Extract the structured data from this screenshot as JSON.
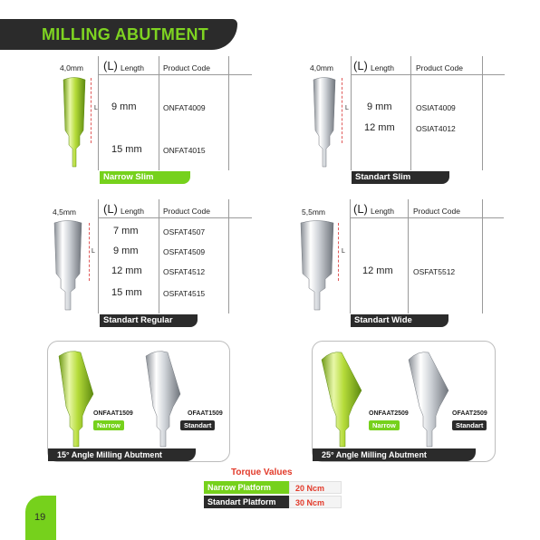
{
  "header": {
    "title": "MILLING ABUTMENT"
  },
  "products": [
    {
      "diameter": "4,0mm",
      "col_l": "(L)",
      "col_length": "Length",
      "col_code": "Product Code",
      "rows": [
        {
          "length": "9 mm",
          "code": "ONFAT4009"
        },
        {
          "length": "15 mm",
          "code": "ONFAT4015"
        }
      ],
      "tag": "Narrow Slim",
      "dim_label": "L"
    },
    {
      "diameter": "4,0mm",
      "col_l": "(L)",
      "col_length": "Length",
      "col_code": "Product Code",
      "rows": [
        {
          "length": "9 mm",
          "code": "OSIAT4009"
        },
        {
          "length": "12 mm",
          "code": "OSIAT4012"
        }
      ],
      "tag": "Standart Slim",
      "dim_label": "L"
    },
    {
      "diameter": "4,5mm",
      "col_l": "(L)",
      "col_length": "Length",
      "col_code": "Product Code",
      "rows": [
        {
          "length": "7 mm",
          "code": "OSFAT4507"
        },
        {
          "length": "9 mm",
          "code": "OSFAT4509"
        },
        {
          "length": "12 mm",
          "code": "OSFAT4512"
        },
        {
          "length": "15 mm",
          "code": "OSFAT4515"
        }
      ],
      "tag": "Standart Regular",
      "dim_label": "L"
    },
    {
      "diameter": "5,5mm",
      "col_l": "(L)",
      "col_length": "Length",
      "col_code": "Product Code",
      "rows": [
        {
          "length": "12 mm",
          "code": "OSFAT5512"
        }
      ],
      "tag": "Standart Wide",
      "dim_label": "L"
    }
  ],
  "angled": [
    {
      "title": "15° Angle Milling Abutment",
      "left_code": "ONFAAT1509",
      "left_tag": "Narrow",
      "right_code": "OFAAT1509",
      "right_tag": "Standart"
    },
    {
      "title": "25° Angle Milling Abutment",
      "left_code": "ONFAAT2509",
      "left_tag": "Narrow",
      "right_code": "OFAAT2509",
      "right_tag": "Standart"
    }
  ],
  "torque": {
    "title": "Torque Values",
    "rows": [
      {
        "label": "Narrow Platform",
        "value": "20 Ncm"
      },
      {
        "label": "Standart Platform",
        "value": "30 Ncm"
      }
    ]
  },
  "page_number": "19",
  "colors": {
    "brand_green": "#76d11c",
    "dark": "#2b2b2b",
    "torque_red": "#e23a2a"
  }
}
